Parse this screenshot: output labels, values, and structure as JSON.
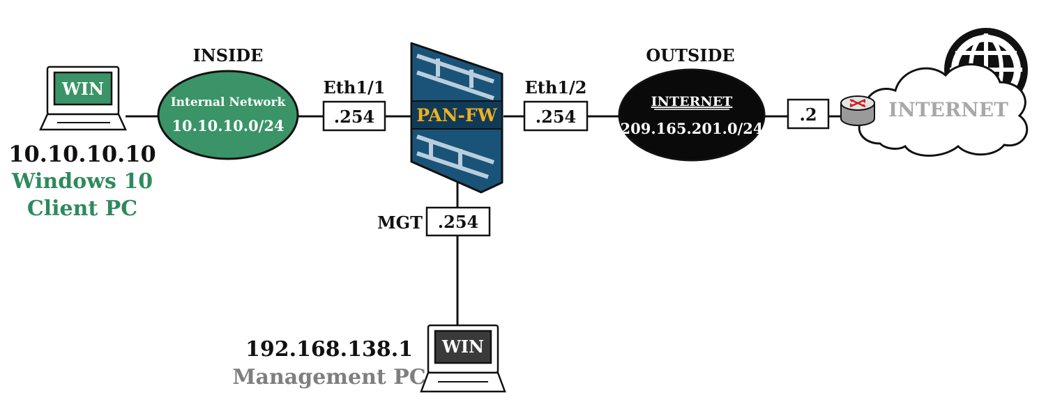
{
  "inside": {
    "zone_label": "INSIDE",
    "network_name": "Internal Network",
    "network_subnet": "10.10.10.0/24"
  },
  "outside": {
    "zone_label": "OUTSIDE",
    "network_name": "INTERNET",
    "network_subnet": "209.165.201.0/24"
  },
  "firewall": {
    "name": "PAN-FW",
    "eth1_label": "Eth1/1",
    "eth1_ip": ".254",
    "eth2_label": "Eth1/2",
    "eth2_ip": ".254",
    "mgt_label": "MGT",
    "mgt_ip": ".254"
  },
  "client_pc": {
    "screen_text": "WIN",
    "ip": "10.10.10.10",
    "line1": "Windows 10",
    "line2": "Client PC"
  },
  "management_pc": {
    "screen_text": "WIN",
    "ip": "192.168.138.1",
    "line1": "Management PC"
  },
  "router": {
    "ip": ".2"
  },
  "internet_cloud": {
    "label": "INTERNET"
  },
  "colors": {
    "green": "#3a9467",
    "dark_green": "#2e8a5e",
    "firewall_blue": "#1a5378",
    "firewall_label": "#f2b01e",
    "gray": "#7f7f7f",
    "cloud_text": "#a8a8a8"
  }
}
